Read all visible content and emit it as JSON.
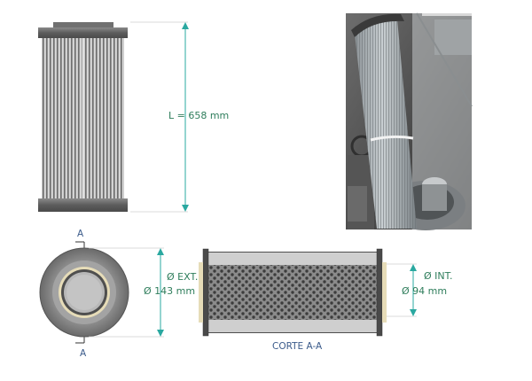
{
  "labels": {
    "length": "L = 658 mm",
    "outer_diameter_title": "Ø EXT.",
    "outer_diameter_value": "Ø 143 mm",
    "inner_diameter_title": "Ø INT.",
    "inner_diameter_value": "Ø 94 mm",
    "section_title": "CORTE A-A",
    "section_mark_top": "A",
    "section_mark_bottom": "A"
  },
  "colors": {
    "dimension_line": "#2aa8a0",
    "label_text": "#2e7d5b",
    "end_cap": "#6e6e6e",
    "pleats": "#9a9a9a"
  }
}
